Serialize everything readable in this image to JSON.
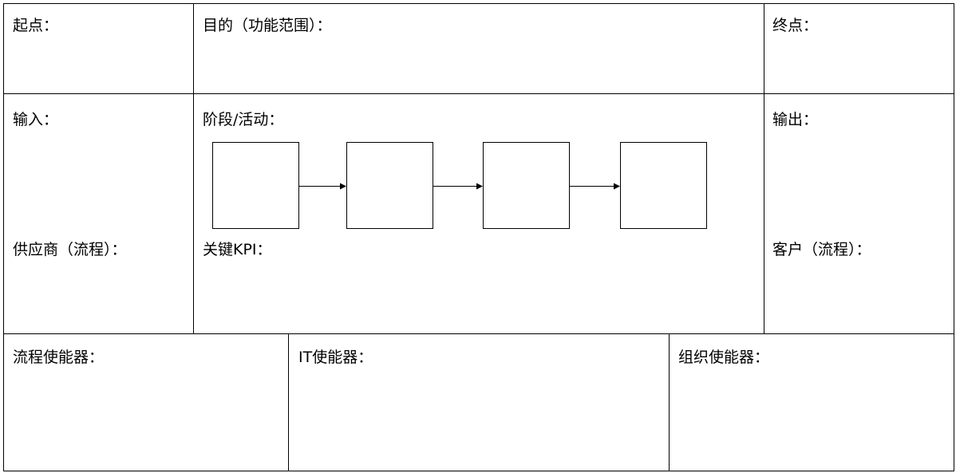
{
  "labels": {
    "start": "起点：",
    "purpose": "目的（功能范围）：",
    "end": "终点：",
    "input": "输入：",
    "stage_activity": "阶段/活动：",
    "output": "输出：",
    "supplier": "供应商（流程）：",
    "kpi": "关键KPI：",
    "customer": "客户（流程）：",
    "process_enabler": "流程使能器：",
    "it_enabler": "IT使能器：",
    "org_enabler": "组织使能器："
  },
  "flow": {
    "box_count": 4,
    "arrow_count": 3
  }
}
